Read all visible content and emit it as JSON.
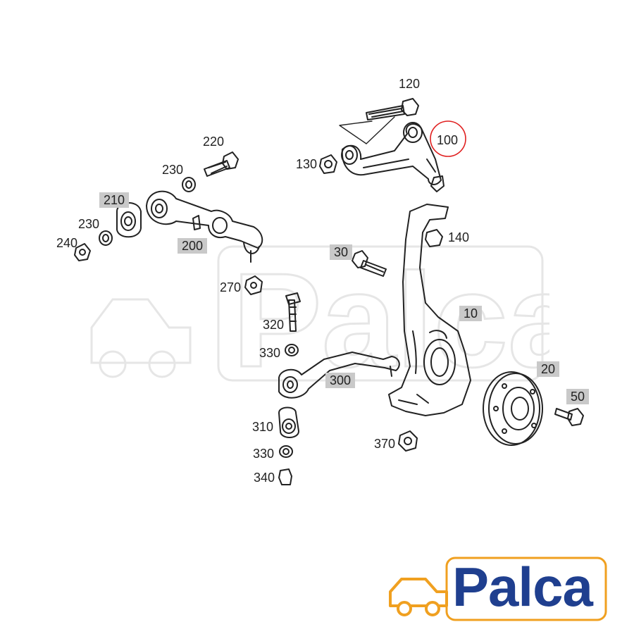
{
  "labels": {
    "p10": "10",
    "p20": "20",
    "p30": "30",
    "p50": "50",
    "p100": "100",
    "p120": "120",
    "p130": "130",
    "p140": "140",
    "p200": "200",
    "p210": "210",
    "p220": "220",
    "p230a": "230",
    "p230b": "230",
    "p240": "240",
    "p270": "270",
    "p300": "300",
    "p310": "310",
    "p320": "320",
    "p330a": "330",
    "p330b": "330",
    "p340": "340",
    "p370": "370"
  },
  "logo": {
    "text": "Palca",
    "color": "#1f3f8f",
    "accent": "#f0a020"
  },
  "highlight_color": "#e02020"
}
